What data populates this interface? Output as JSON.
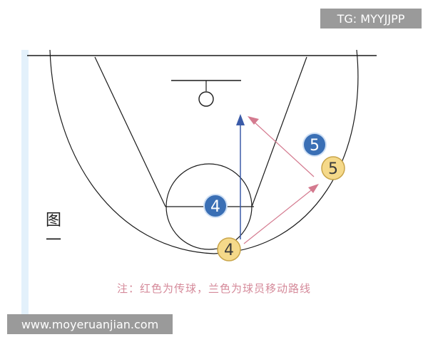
{
  "watermarks": {
    "top_right": "TG: MYYJJPP",
    "bottom_left": "www.moyeruanjian.com"
  },
  "figure_label": "图一",
  "note": "注：红色为传球，兰色为球员移动路线",
  "players": [
    {
      "label": "4",
      "team": "blue"
    },
    {
      "label": "5",
      "team": "blue"
    },
    {
      "label": "5",
      "team": "yellow"
    },
    {
      "label": "4",
      "team": "yellow"
    }
  ],
  "colors": {
    "court_line": "#1a1a1a",
    "blue_player": "#3a6fb5",
    "yellow_player": "#f5d98a",
    "pass_line": "#d47a8f",
    "move_line": "#3b5ba8",
    "note_text": "#d58a9a",
    "watermark_bg": "#9a9a9a",
    "left_strip": "#e3f1fb"
  }
}
